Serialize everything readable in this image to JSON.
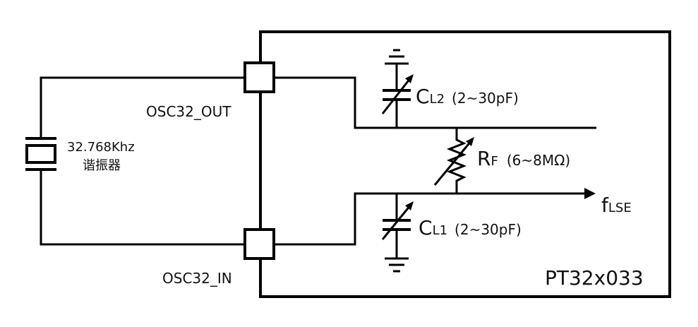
{
  "chip": {
    "name": "PT32x033"
  },
  "pins": {
    "out": "OSC32_OUT",
    "in": "OSC32_IN"
  },
  "crystal": {
    "frequency": "32.768Khz",
    "name": "谐振器"
  },
  "cap_top": {
    "symbol": "C",
    "sub": "L2",
    "value": "(2~30pF)"
  },
  "cap_bottom": {
    "symbol": "C",
    "sub": "L1",
    "value": "(2~30pF)"
  },
  "resistor": {
    "symbol": "R",
    "sub": "F",
    "value": "(6~8MΩ)"
  },
  "output": {
    "symbol": "f",
    "sub": "LSE"
  }
}
